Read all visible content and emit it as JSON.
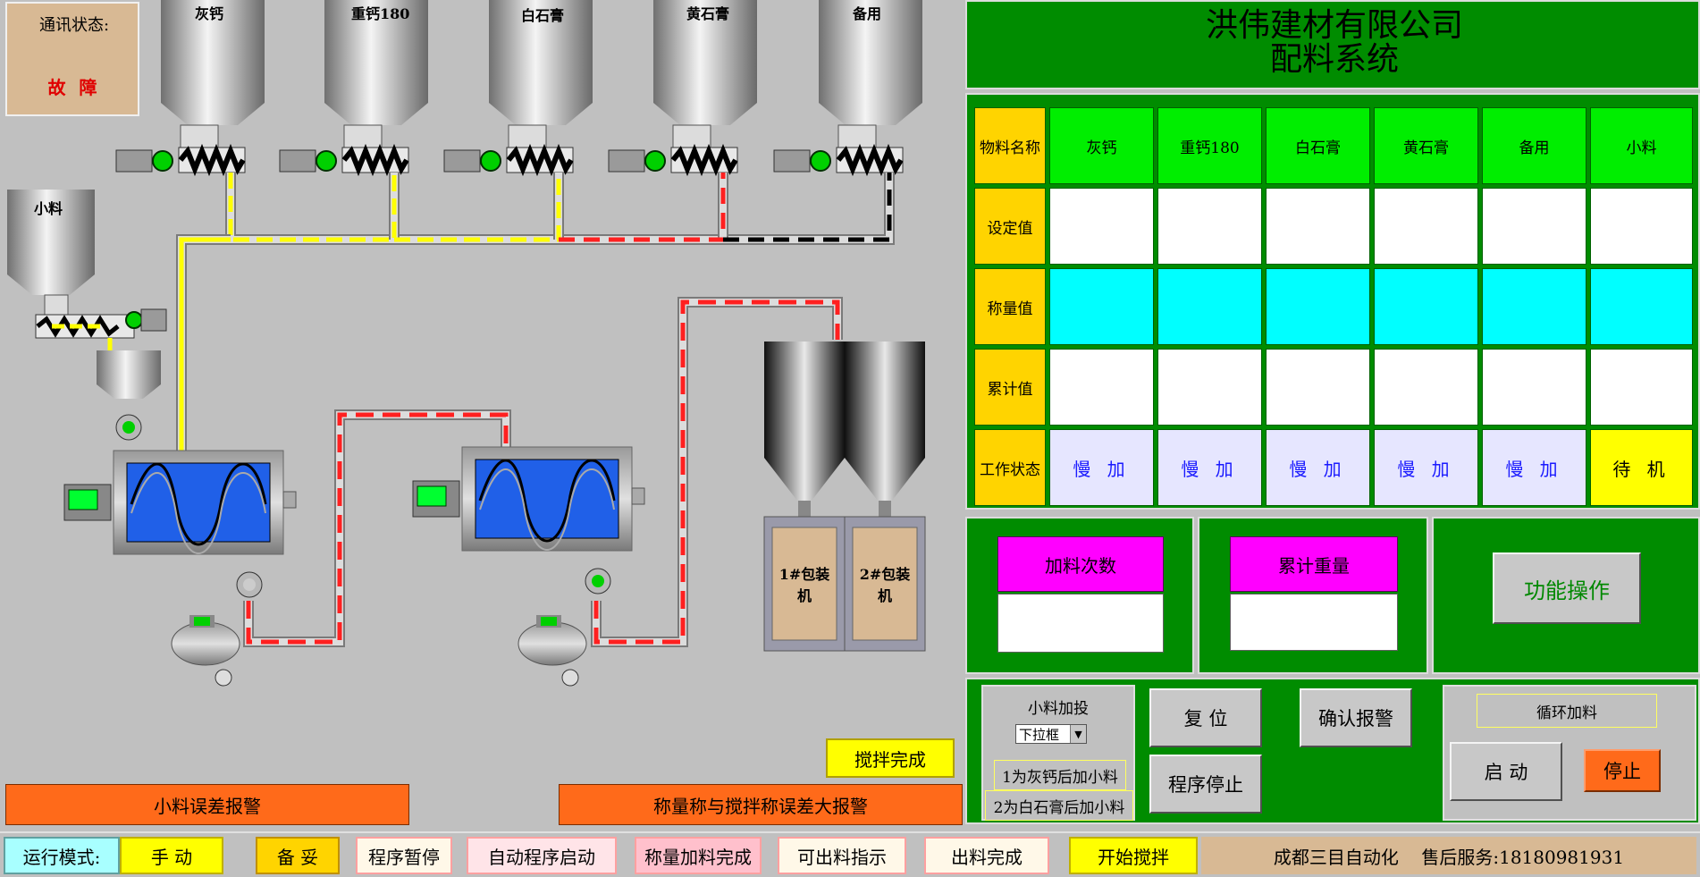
{
  "comm": {
    "label": "通讯状态:",
    "value": "故 障"
  },
  "silos": [
    "灰钙",
    "重钙180",
    "白石膏",
    "黄石膏",
    "备用"
  ],
  "small_silo": "小料",
  "packers": [
    "1#包装机",
    "2#包装机"
  ],
  "alarms": {
    "small": "小料误差报警",
    "weigh": "称量称与搅拌称误差大报警"
  },
  "mix_done": "搅拌完成",
  "company": {
    "name": "洪伟建材有限公司",
    "system": "配料系统"
  },
  "table": {
    "row_headers": [
      "物料名称",
      "设定值",
      "称量值",
      "累计值",
      "工作状态"
    ],
    "materials": [
      "灰钙",
      "重钙180",
      "白石膏",
      "黄石膏",
      "备用",
      "小料"
    ],
    "set_values": [
      "",
      "",
      "",
      "",
      "",
      ""
    ],
    "weigh_values": [
      "",
      "",
      "",
      "",
      "",
      ""
    ],
    "accum_values": [
      "",
      "",
      "",
      "",
      "",
      ""
    ],
    "statuses": [
      "慢 加",
      "慢 加",
      "慢 加",
      "慢 加",
      "慢 加",
      "待 机"
    ]
  },
  "counters": {
    "feed_count_label": "加料次数",
    "feed_count_value": "",
    "total_weight_label": "累计重量",
    "total_weight_value": ""
  },
  "function_button": "功能操作",
  "controls": {
    "small_add_label": "小料加投",
    "dropdown": "下拉框",
    "option1": "1为灰钙后加小料",
    "option2": "2为白石膏后加小料",
    "reset": "复  位",
    "confirm_alarm": "确认报警",
    "program_stop": "程序停止",
    "cycle_add": "循环加料",
    "start": "启  动",
    "stop": "停止"
  },
  "statusbar": {
    "mode_label": "运行模式:",
    "mode_value": "手  动",
    "ready": "备 妥",
    "pause": "程序暂停",
    "auto_start": "自动程序启动",
    "weigh_done": "称量加料完成",
    "discharge_ok": "可出料指示",
    "discharge_done": "出料完成",
    "start_mix": "开始搅拌",
    "vendor": "成都三目自动化    售后服务:18180981931"
  },
  "colors": {
    "panel_green": "#008c00",
    "alarm_orange": "#ff6a1a",
    "status_yellow": "#ffff00",
    "weigh_cyan": "#00ffff",
    "material_green": "#00ee00",
    "counter_magenta": "#ff00ff"
  }
}
